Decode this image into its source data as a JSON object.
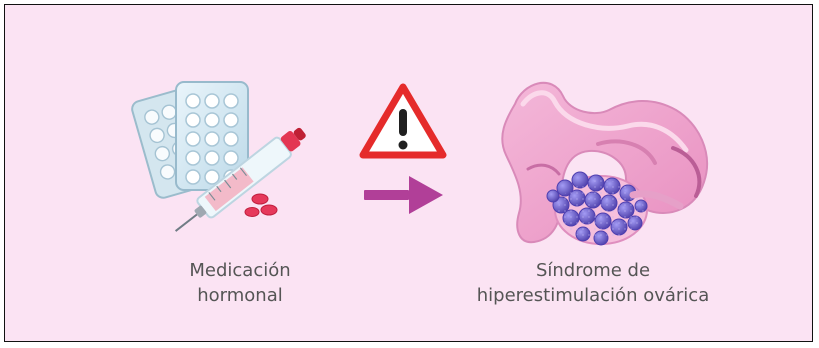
{
  "captions": {
    "left": {
      "line1": "Medicación",
      "line2": "hormonal"
    },
    "right": {
      "line1": "Síndrome de",
      "line2": "hiperestimulación ovárica"
    }
  },
  "icons": {
    "medication": "pill-blister-syringe-icon",
    "warning": "warning-triangle-icon",
    "arrow": "right-arrow-icon",
    "ovary": "enlarged-ovary-icon"
  },
  "colors": {
    "background": "#fbe3f3",
    "warning_red": "#e52b2b",
    "arrow_magenta": "#b13f98",
    "text": "#555555",
    "tissue_pink": "#f1a8cf",
    "follicle_purple": "#6659bf"
  }
}
